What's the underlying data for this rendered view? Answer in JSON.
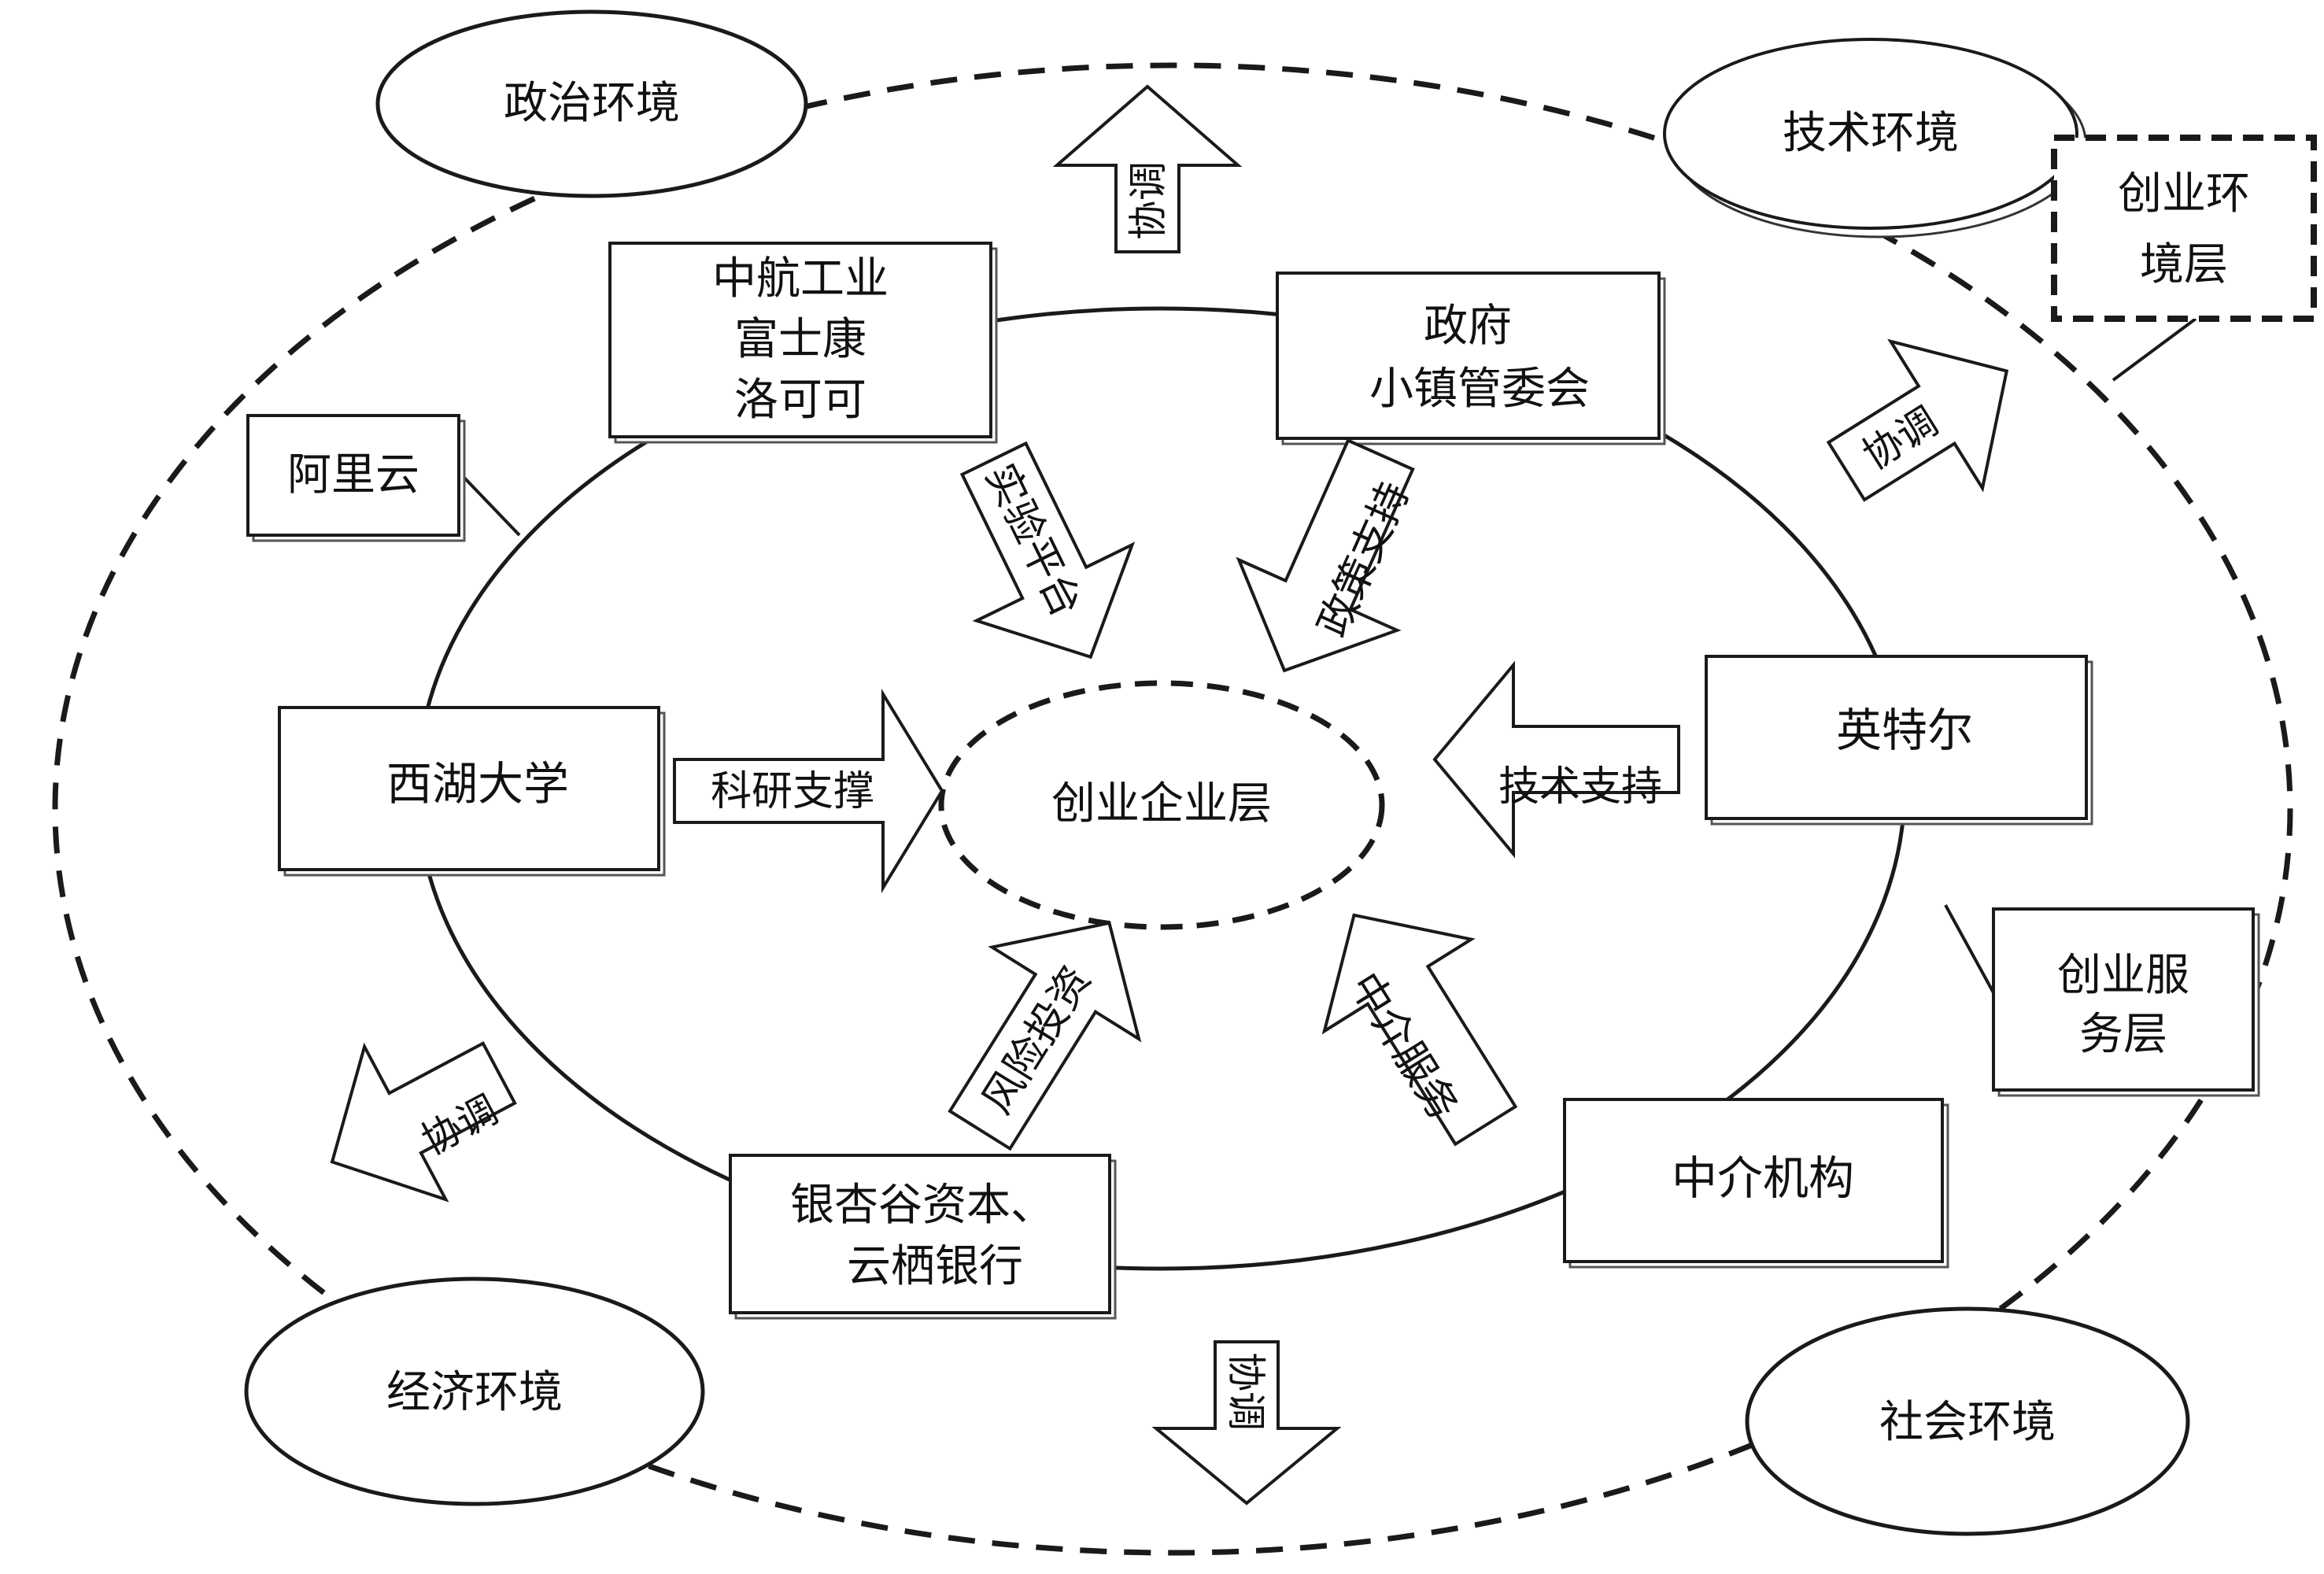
{
  "center": {
    "label": "创业企业层"
  },
  "environments": {
    "political": "政治环境",
    "technology": "技术环境",
    "economic": "经济环境",
    "social": "社会环境"
  },
  "layers": {
    "environment_layer": [
      "创业环",
      "境层"
    ],
    "service_layer": [
      "创业服",
      "务层"
    ]
  },
  "boxes": {
    "industry": [
      "中航工业",
      "富士康",
      "洛可可"
    ],
    "government": [
      "政府",
      "小镇管委会"
    ],
    "aliyun": [
      "阿里云"
    ],
    "westlake": [
      "西湖大学"
    ],
    "intel": [
      "英特尔"
    ],
    "agency": [
      "中介机构"
    ],
    "capital": [
      "银杏谷资本、",
      "云栖银行"
    ]
  },
  "arrows": {
    "coordinate": "协调",
    "experiment_platform": "实验平台",
    "policy_support": "政策支持",
    "research_support": "科研支撑",
    "tech_support": "技术支持",
    "venture_investment": "风险投资",
    "intermediary_service": "中介服务"
  },
  "colors": {
    "line": "#1a1a1a",
    "fill": "#ffffff",
    "shadow": "#555555"
  }
}
